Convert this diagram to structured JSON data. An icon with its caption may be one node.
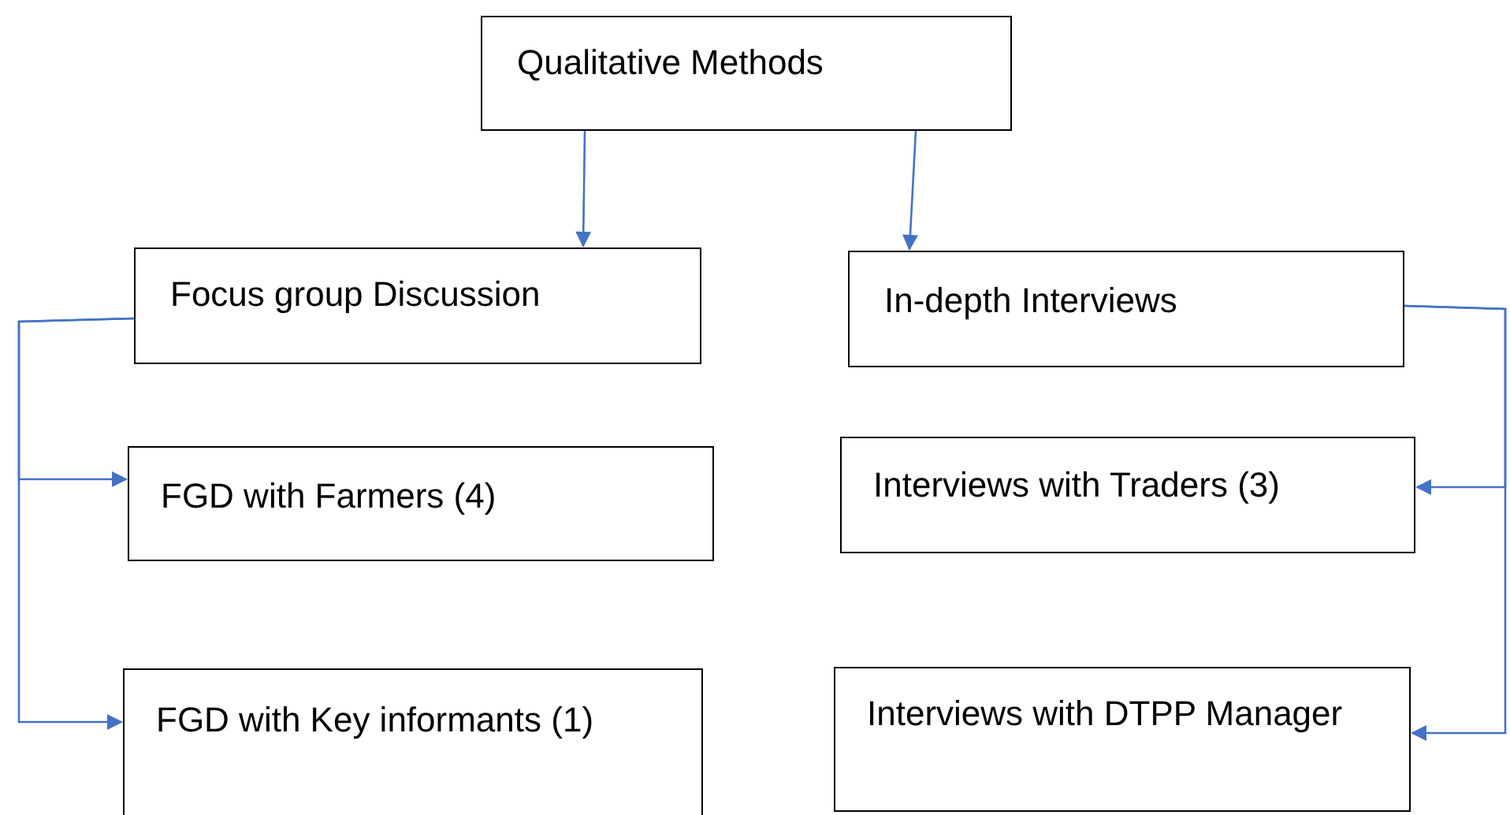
{
  "diagram": {
    "nodes": [
      {
        "text": [
          "Qualitative Methods"
        ]
      },
      {
        "text": [
          "Focus group Discussion"
        ]
      },
      {
        "text": [
          "In-depth Interviews"
        ]
      },
      {
        "text": [
          "FGD with Farmers (4)"
        ]
      },
      {
        "text": [
          "Interviews with Traders (3)"
        ]
      },
      {
        "text": [
          "FGD with Key informants (1)"
        ]
      },
      {
        "text": [
          "Interviews with DTPP Manager"
        ]
      }
    ],
    "edges": [
      {
        "from": 0,
        "to": 1,
        "arrow": "to"
      },
      {
        "from": 0,
        "to": 2,
        "arrow": "to"
      },
      {
        "from": 1,
        "to": 3,
        "arrow": "to"
      },
      {
        "from": 1,
        "to": 5,
        "arrow": "to"
      },
      {
        "from": 2,
        "to": 4,
        "arrow": "to"
      },
      {
        "from": 2,
        "to": 6,
        "arrow": "to"
      }
    ]
  }
}
